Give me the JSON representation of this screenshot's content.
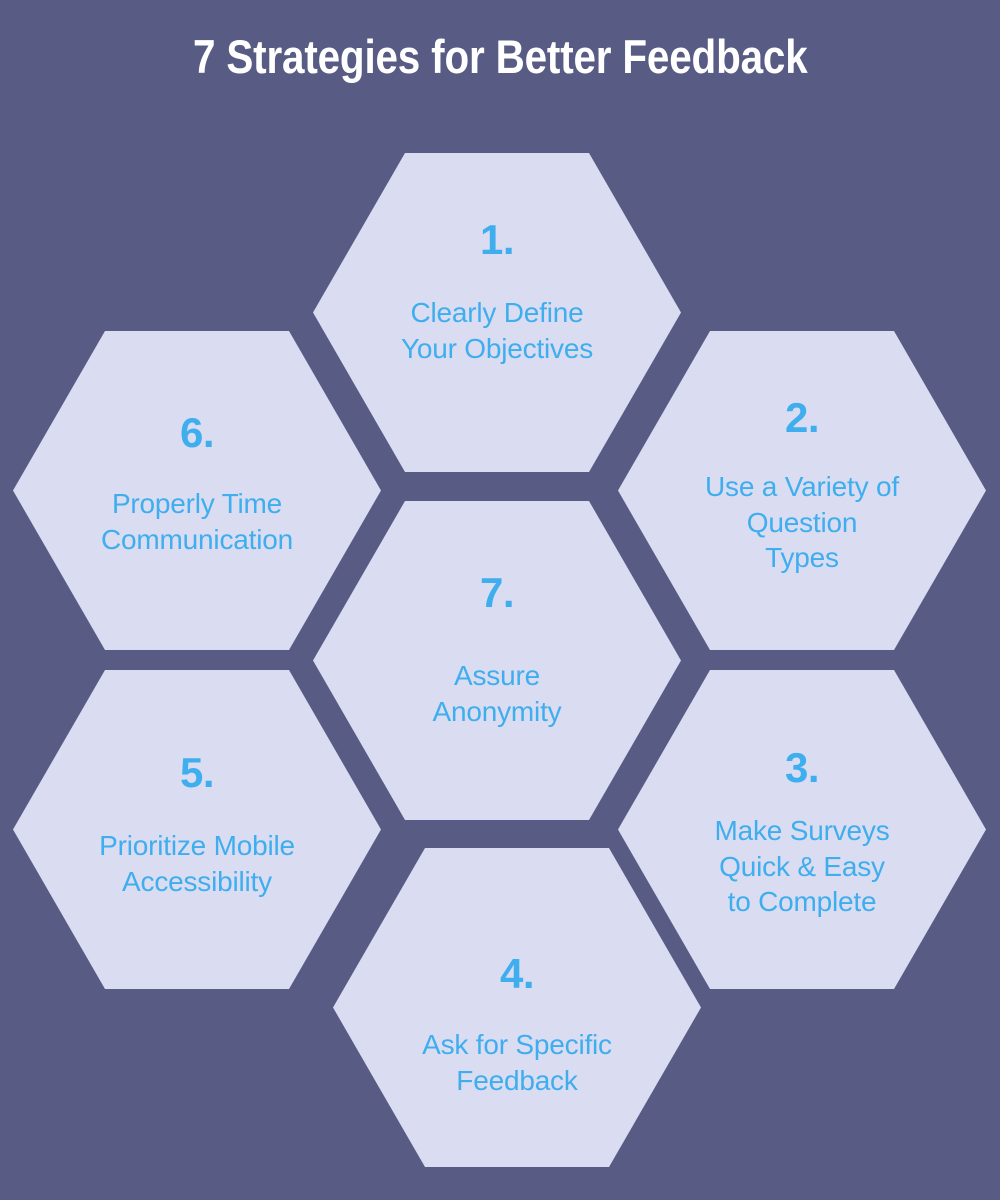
{
  "page": {
    "title": "7 Strategies for Better Feedback",
    "background_color": "#585c85",
    "hexagon_fill_color": "#dadcf1",
    "accent_color": "#3faeee",
    "title_color": "#ffffff"
  },
  "hexagons": [
    {
      "number": "1.",
      "label": "Clearly Define\nYour Objectives",
      "position": "top-center"
    },
    {
      "number": "2.",
      "label": "Use a Variety of\nQuestion\nTypes",
      "position": "right-upper"
    },
    {
      "number": "3.",
      "label": "Make Surveys\nQuick & Easy\nto Complete",
      "position": "right-lower"
    },
    {
      "number": "4.",
      "label": "Ask for Specific\nFeedback",
      "position": "bottom-center"
    },
    {
      "number": "5.",
      "label": "Prioritize Mobile\nAccessibility",
      "position": "left-lower"
    },
    {
      "number": "6.",
      "label": "Properly Time\nCommunication",
      "position": "left-upper"
    },
    {
      "number": "7.",
      "label": "Assure\nAnonymity",
      "position": "center"
    }
  ]
}
